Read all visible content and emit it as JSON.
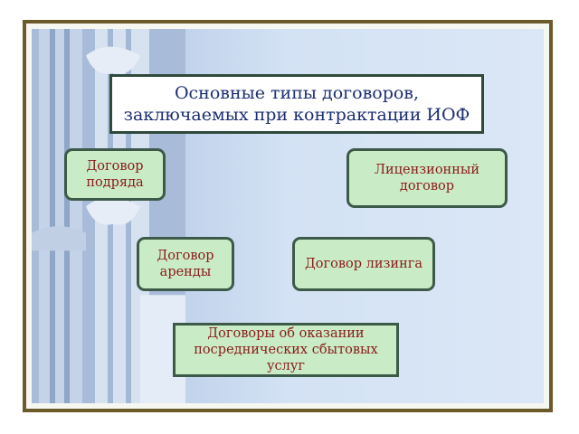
{
  "title": {
    "line1": "Основные типы договоров,",
    "line2": "заключаемых при контрактации ИОФ"
  },
  "boxes": [
    {
      "line1": "Договор",
      "line2": "подряда"
    },
    {
      "line1": "Лицензионный",
      "line2": "договор"
    },
    {
      "line1": "Договор",
      "line2": "аренды"
    },
    {
      "line1": "Договор лизинга"
    },
    {
      "line1": "Договоры об оказании",
      "line2": "посреднических сбытовых",
      "line3": "услуг"
    }
  ],
  "colors": {
    "frame": "#6b5a2a",
    "box_fill": "#c9ecc6",
    "box_text": "#8b1a1a",
    "title_text": "#1c2f73"
  }
}
